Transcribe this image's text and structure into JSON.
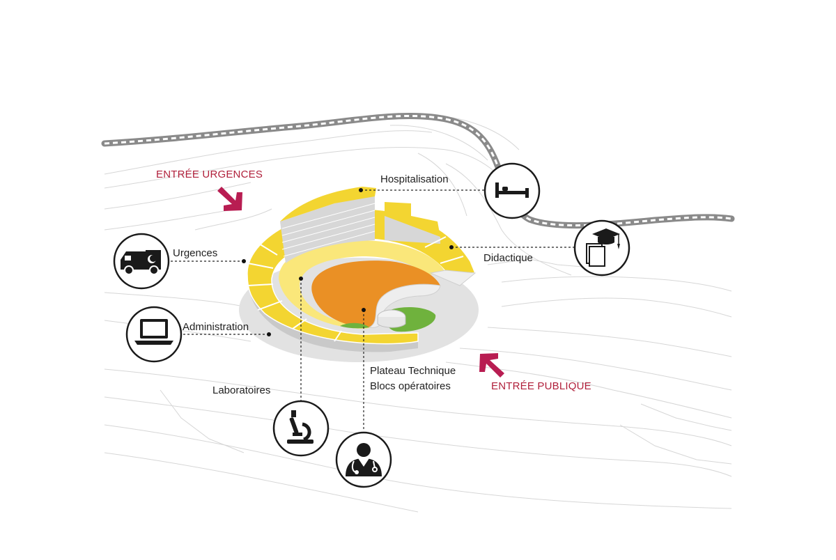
{
  "colors": {
    "accent": "#b01f3a",
    "arrow": "#b81d52",
    "building_yellow": "#f3d531",
    "building_yellow_light": "#fae77a",
    "facade_grey": "#d9d9d9",
    "plateau_orange": "#ea9025",
    "garden_green": "#6fb23d",
    "terrain_line": "#d4d4d4",
    "road": "#8a8a8a",
    "icon_ring": "#1a1a1a"
  },
  "labels": {
    "entree_urgences": "ENTRÉE URGENCES",
    "entree_publique": "ENTRÉE PUBLIQUE",
    "hospitalisation": "Hospitalisation",
    "urgences": "Urgences",
    "didactique": "Didactique",
    "administration": "Administration",
    "laboratoires": "Laboratoires",
    "plateau_line1": "Plateau Technique",
    "plateau_line2": "Blocs opératoires"
  },
  "icons": {
    "hospitalisation": "bed-icon",
    "urgences": "ambulance-icon",
    "didactique": "graduation-books-icon",
    "administration": "laptop-icon",
    "laboratoires": "microscope-icon",
    "plateau": "doctor-icon"
  }
}
